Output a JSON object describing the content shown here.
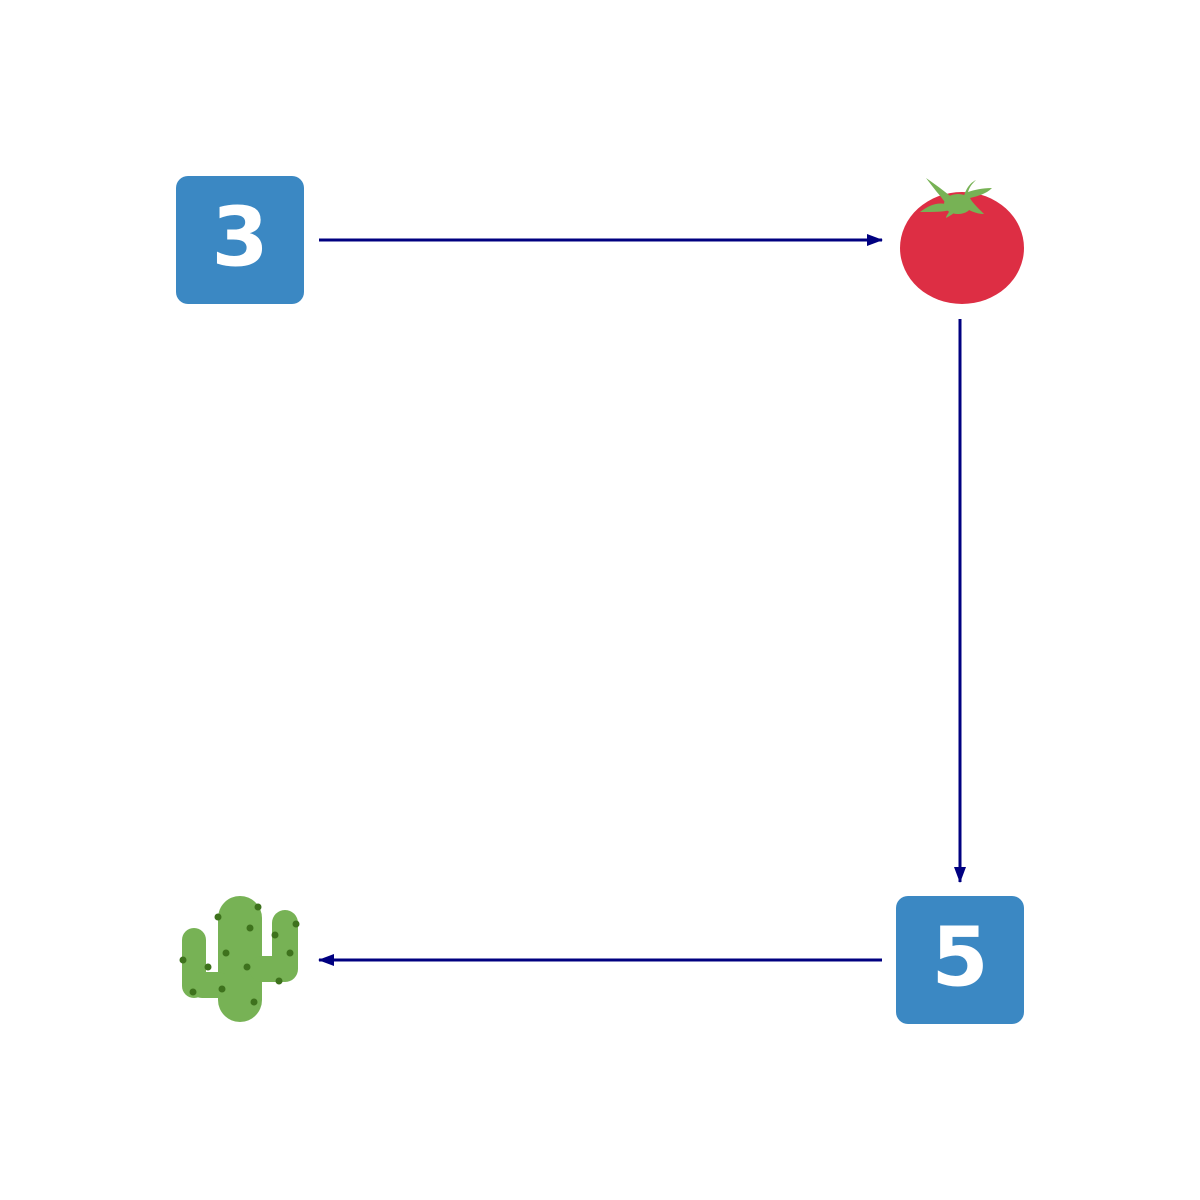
{
  "diagram": {
    "nodes": [
      {
        "id": "node-3",
        "kind": "keycap",
        "label": "3",
        "icon": "keycap-digit-three-icon"
      },
      {
        "id": "node-tomato",
        "kind": "emoji",
        "icon": "tomato-icon"
      },
      {
        "id": "node-5",
        "kind": "keycap",
        "label": "5",
        "icon": "keycap-digit-five-icon"
      },
      {
        "id": "node-cactus",
        "kind": "emoji",
        "icon": "cactus-icon"
      }
    ],
    "edges": [
      {
        "from": "node-3",
        "to": "node-tomato"
      },
      {
        "from": "node-tomato",
        "to": "node-5"
      },
      {
        "from": "node-5",
        "to": "node-cactus"
      }
    ]
  },
  "colors": {
    "keycap": "#3b88c3",
    "keycap_text": "#ffffff",
    "arrow": "#000080",
    "tomato_body": "#dd2e44",
    "tomato_leaves": "#77b255",
    "cactus_body": "#77b255",
    "cactus_spines": "#3e721d",
    "background": "#ffffff"
  }
}
